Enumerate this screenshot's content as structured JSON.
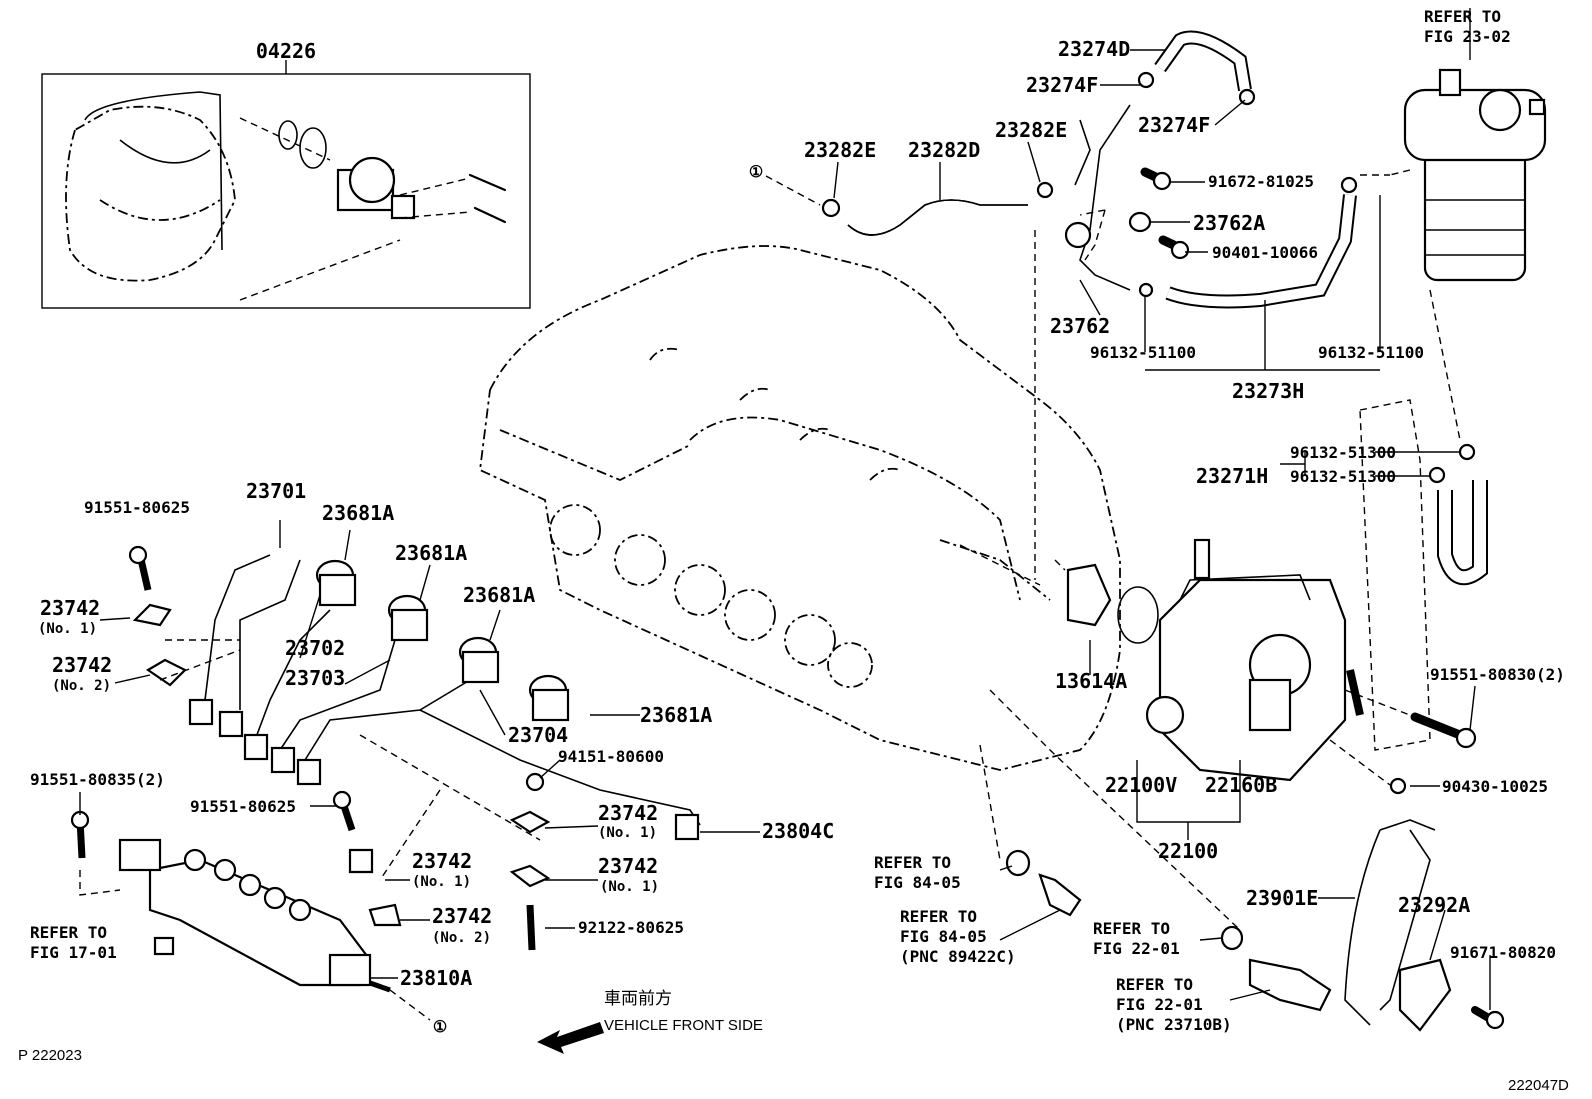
{
  "footer": {
    "left_code": "P  222023",
    "right_code": "222047D",
    "front_jp": "車両前方",
    "front_en": "VEHICLE FRONT SIDE"
  },
  "inset": {
    "title": "04226"
  },
  "refs": {
    "fig_23_02_a": "REFER TO",
    "fig_23_02_b": "FIG 23-02",
    "fig_17_01_a": "REFER TO",
    "fig_17_01_b": "FIG 17-01",
    "fig_84_05_1a": "REFER TO",
    "fig_84_05_1b": "FIG 84-05",
    "fig_84_05_2a": "REFER TO",
    "fig_84_05_2b": "FIG 84-05",
    "fig_84_05_2c": "(PNC 89422C)",
    "fig_22_01_1a": "REFER TO",
    "fig_22_01_1b": "FIG 22-01",
    "fig_22_01_2a": "REFER TO",
    "fig_22_01_2b": "FIG 22-01",
    "fig_22_01_2c": "(PNC 23710B)"
  },
  "circle_marker": "①",
  "labels": {
    "p23274D": "23274D",
    "p23274F_1": "23274F",
    "p23274F_2": "23274F",
    "p23282E_1": "23282E",
    "p23282D": "23282D",
    "p23282E_2": "23282E",
    "p91672": "91672-81025",
    "p23762A": "23762A",
    "p90401": "90401-10066",
    "p23762": "23762",
    "p96132_51100_1": "96132-51100",
    "p96132_51100_2": "96132-51100",
    "p23273H": "23273H",
    "p96132_51300_1": "96132-51300",
    "p96132_51300_2": "96132-51300",
    "p23271H": "23271H",
    "p91551_80625_1": "91551-80625",
    "p23701": "23701",
    "p23681A_1": "23681A",
    "p23681A_2": "23681A",
    "p23681A_3": "23681A",
    "p23681A_4": "23681A",
    "p23742_1": "23742",
    "p23742_1n": "(No. 1)",
    "p23742_2": "23742",
    "p23742_2n": "(No. 2)",
    "p23702": "23702",
    "p23703": "23703",
    "p23704": "23704",
    "p94151": "94151-80600",
    "p13614A": "13614A",
    "p91551_80830": "91551-80830(2)",
    "p22100V": "22100V",
    "p22160B": "22160B",
    "p22100": "22100",
    "p90430": "90430-10025",
    "p91551_80835": "91551-80835(2)",
    "p91551_80625_2": "91551-80625",
    "p23742_3": "23742",
    "p23742_3n": "(No. 1)",
    "p23742_4": "23742",
    "p23742_4n": "(No. 1)",
    "p23742_5": "23742",
    "p23742_5n": "(No. 1)",
    "p23742_6": "23742",
    "p23742_6n": "(No. 2)",
    "p23804C": "23804C",
    "p92122": "92122-80625",
    "p23810A": "23810A",
    "p23901E": "23901E",
    "p23292A": "23292A",
    "p91671": "91671-80820"
  }
}
